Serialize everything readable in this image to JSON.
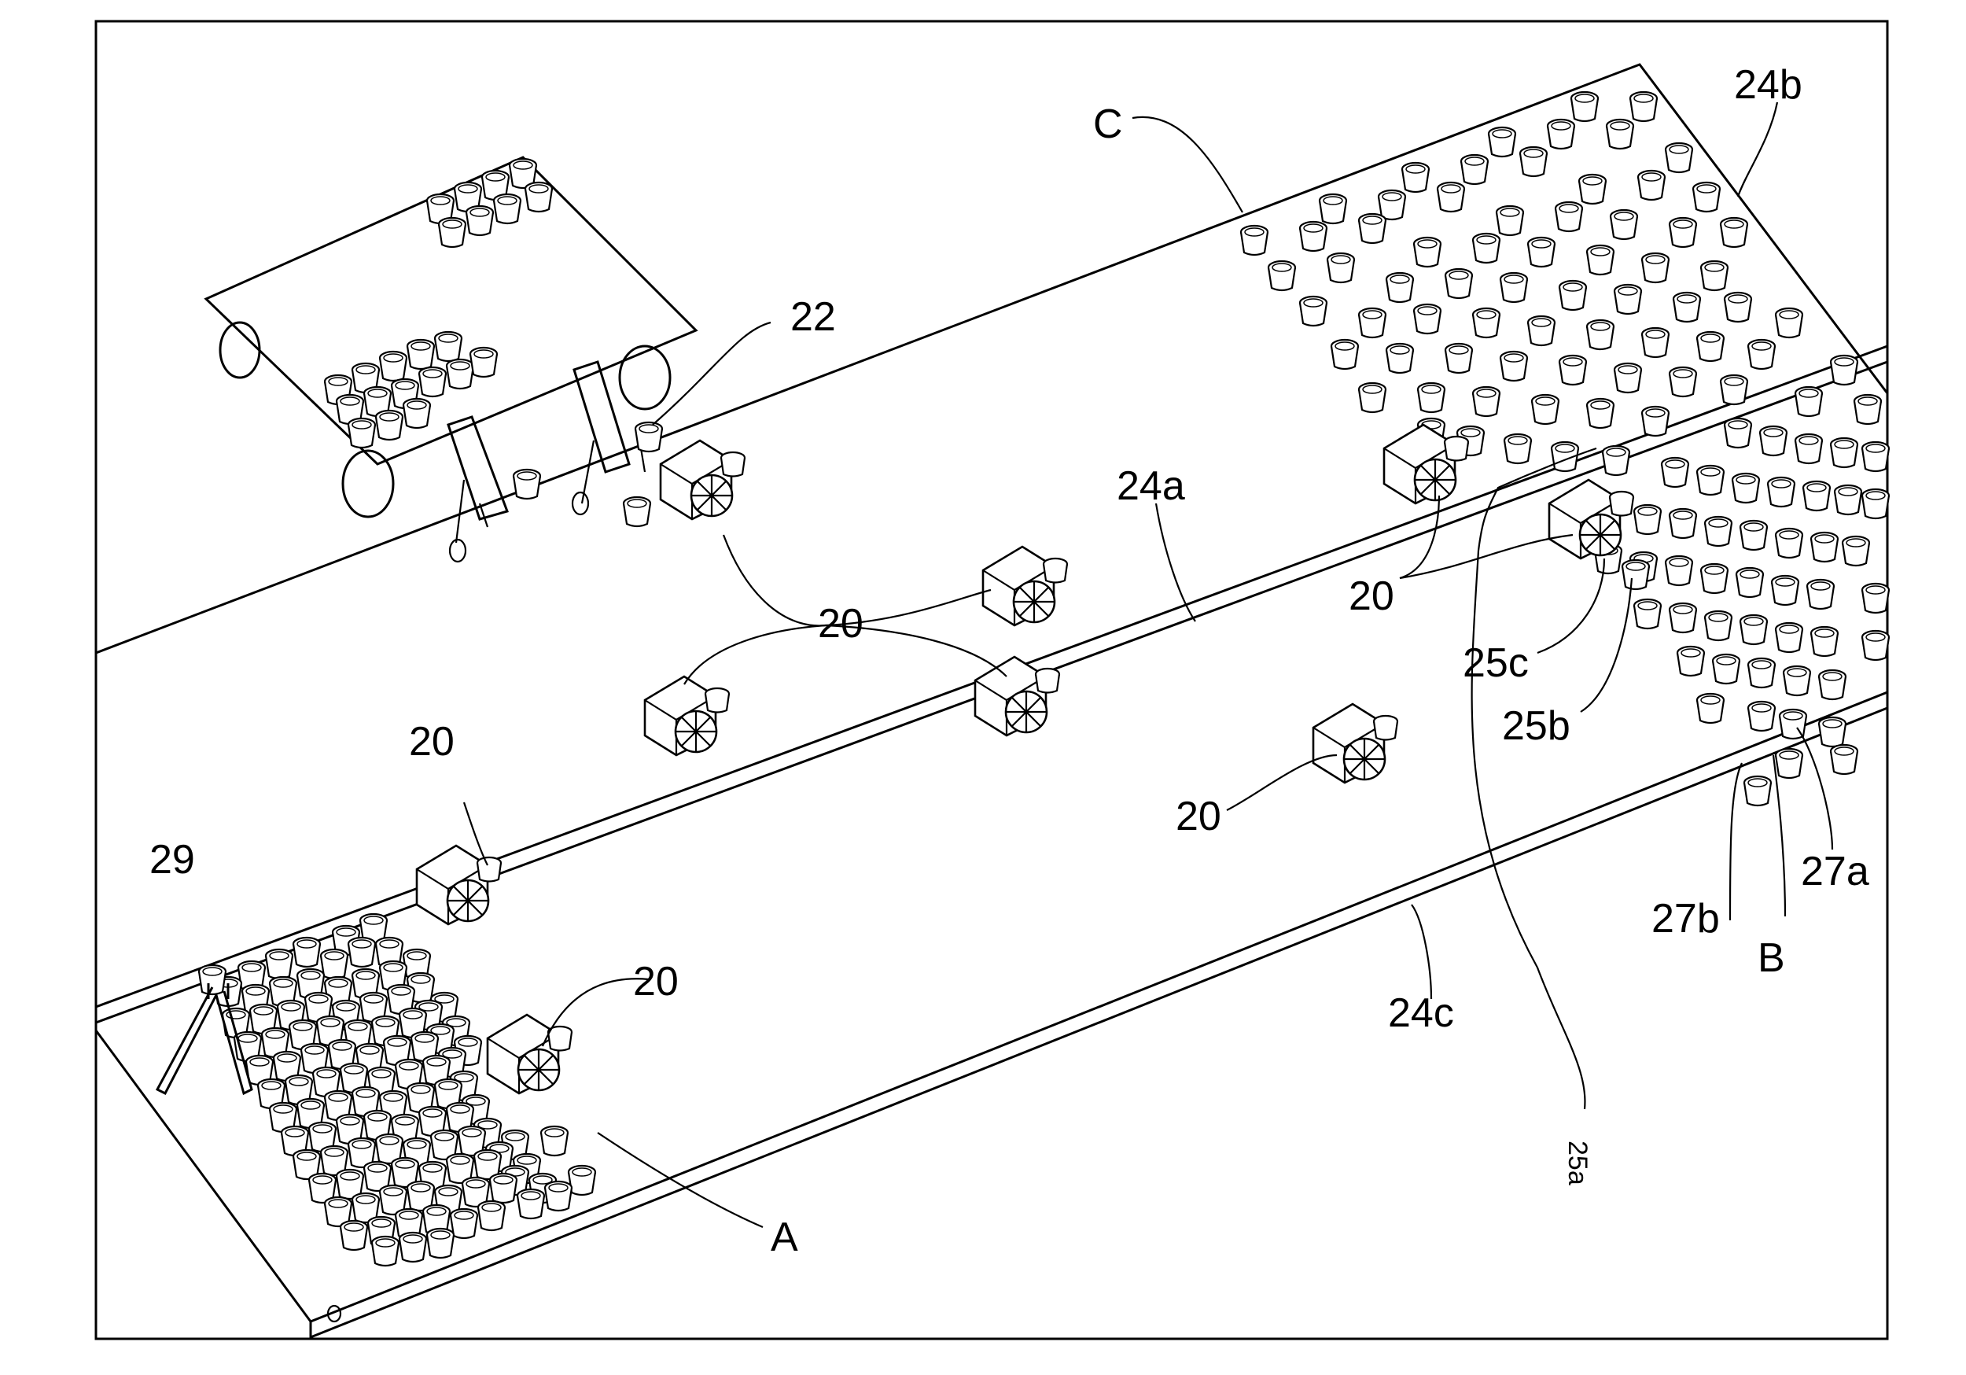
{
  "labels": {
    "l20": "20",
    "l22": "22",
    "l24a": "24a",
    "l24b": "24b",
    "l24c": "24c",
    "l25a": "25a",
    "l25b": "25b",
    "l25c": "25c",
    "l27a": "27a",
    "l27b": "27b",
    "l29": "29",
    "lA": "A",
    "lB": "B",
    "lC": "C"
  }
}
